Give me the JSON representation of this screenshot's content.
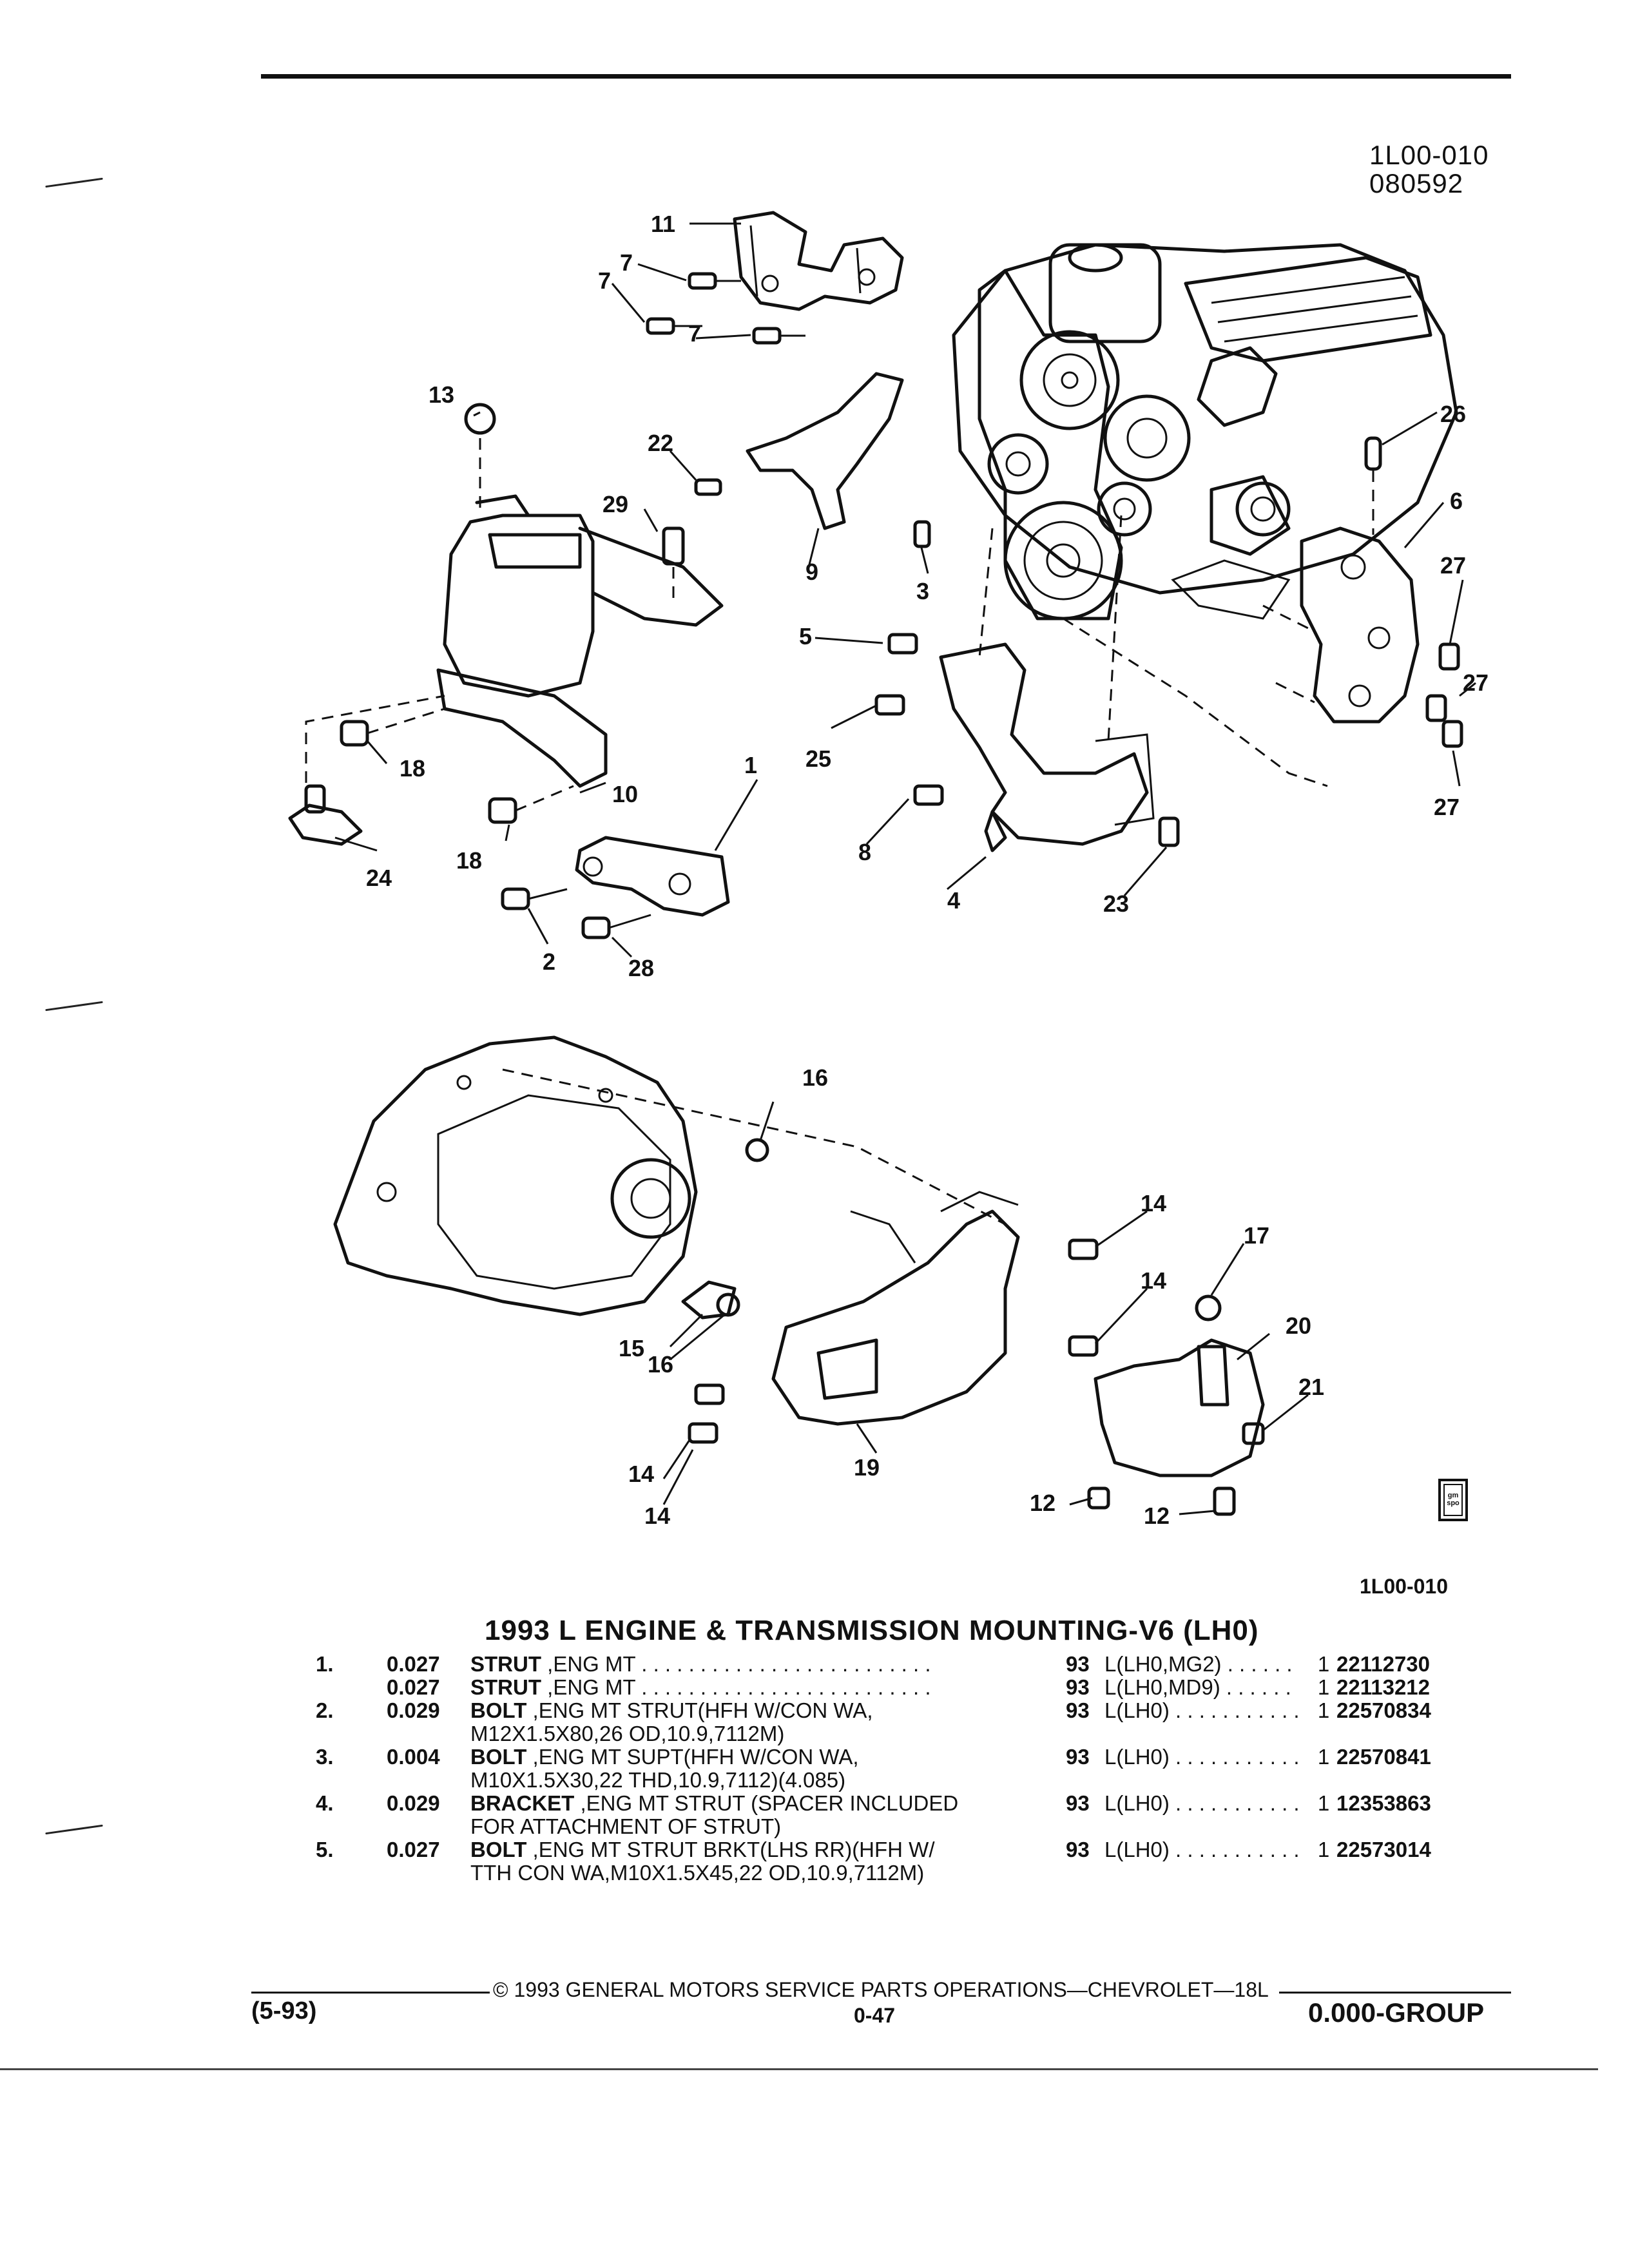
{
  "header": {
    "page_code": "1L00-010",
    "date_code": "080592"
  },
  "illustration": {
    "figure_code": "1L00-010",
    "logo_text": "gm spo",
    "callouts": {
      "c1": "1",
      "c2": "2",
      "c3": "3",
      "c4": "4",
      "c5": "5",
      "c6": "6",
      "c7a": "7",
      "c7b": "7",
      "c7c": "7",
      "c8": "8",
      "c9": "9",
      "c10": "10",
      "c11": "11",
      "c12a": "12",
      "c12b": "12",
      "c13": "13",
      "c14a": "14",
      "c14b": "14",
      "c14c": "14",
      "c14d": "14",
      "c15": "15",
      "c16a": "16",
      "c16b": "16",
      "c17": "17",
      "c18a": "18",
      "c18b": "18",
      "c19": "19",
      "c20": "20",
      "c21": "21",
      "c22": "22",
      "c23": "23",
      "c24": "24",
      "c25": "25",
      "c26": "26",
      "c27a": "27",
      "c27b": "27",
      "c27c": "27",
      "c28": "28",
      "c29": "29"
    }
  },
  "section_title": "1993 L ENGINE & TRANSMISSION MOUNTING-V6 (LH0)",
  "parts": [
    {
      "item": "1.",
      "qty": "0.027",
      "name": "STRUT",
      "desc": ",ENG MT  . . . . . . . . . . . . . . . . . . . . . . . . .",
      "desc2": "",
      "year": "93",
      "app": "L(LH0,MG2)  . . . . . .",
      "n": "1",
      "pn": "22112730"
    },
    {
      "item": "",
      "qty": "0.027",
      "name": "STRUT",
      "desc": ",ENG MT  . . . . . . . . . . . . . . . . . . . . . . . . .",
      "desc2": "",
      "year": "93",
      "app": "L(LH0,MD9)  . . . . . .",
      "n": "1",
      "pn": "22113212"
    },
    {
      "item": "2.",
      "qty": "0.029",
      "name": "BOLT",
      "desc": ",ENG MT STRUT(HFH W/CON WA,",
      "desc2": "M12X1.5X80,26 OD,10.9,7112M)",
      "year": "93",
      "app": "L(LH0) . . . . . . . . . . .",
      "n": "1",
      "pn": "22570834"
    },
    {
      "item": "3.",
      "qty": "0.004",
      "name": "BOLT",
      "desc": ",ENG MT SUPT(HFH W/CON WA,",
      "desc2": "M10X1.5X30,22 THD,10.9,7112)(4.085)",
      "year": "93",
      "app": "L(LH0) . . . . . . . . . . .",
      "n": "1",
      "pn": "22570841"
    },
    {
      "item": "4.",
      "qty": "0.029",
      "name": "BRACKET",
      "desc": ",ENG MT STRUT (SPACER INCLUDED",
      "desc2": "FOR ATTACHMENT OF STRUT)",
      "year": "93",
      "app": "L(LH0) . . . . . . . . . . .",
      "n": "1",
      "pn": "12353863"
    },
    {
      "item": "5.",
      "qty": "0.027",
      "name": "BOLT",
      "desc": ",ENG MT STRUT BRKT(LHS RR)(HFH W/",
      "desc2": "TTH CON WA,M10X1.5X45,22 OD,10.9,7112M)",
      "year": "93",
      "app": "L(LH0) . . . . . . . . . . .",
      "n": "1",
      "pn": "22573014"
    }
  ],
  "footer": {
    "date": "(5-93)",
    "copyright": "©  1993  GENERAL MOTORS SERVICE PARTS OPERATIONS—CHEVROLET—18L",
    "page": "0-47",
    "group": "0.000-GROUP"
  }
}
